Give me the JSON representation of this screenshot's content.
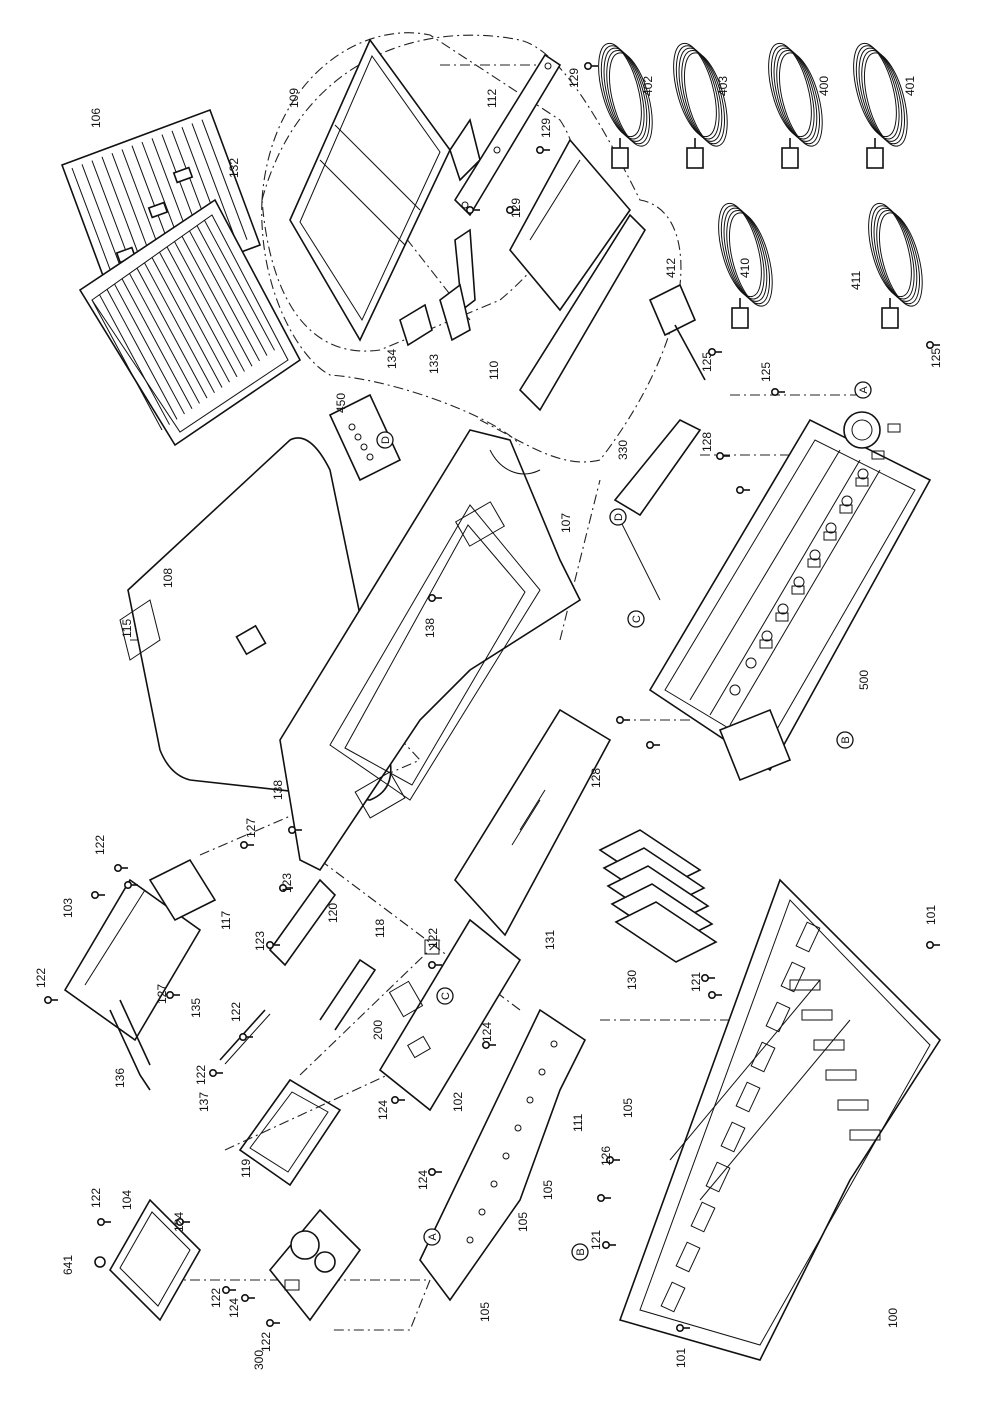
{
  "callouts": [
    {
      "id": "c100",
      "text": "100"
    },
    {
      "id": "c101a",
      "text": "101"
    },
    {
      "id": "c101b",
      "text": "101"
    },
    {
      "id": "c102",
      "text": "102"
    },
    {
      "id": "c103",
      "text": "103"
    },
    {
      "id": "c104",
      "text": "104"
    },
    {
      "id": "c105a",
      "text": "105"
    },
    {
      "id": "c105b",
      "text": "105"
    },
    {
      "id": "c105c",
      "text": "105"
    },
    {
      "id": "c105d",
      "text": "105"
    },
    {
      "id": "c106",
      "text": "106"
    },
    {
      "id": "c107",
      "text": "107"
    },
    {
      "id": "c108",
      "text": "108"
    },
    {
      "id": "c109",
      "text": "109"
    },
    {
      "id": "c110",
      "text": "110"
    },
    {
      "id": "c111",
      "text": "111"
    },
    {
      "id": "c112",
      "text": "112"
    },
    {
      "id": "c115",
      "text": "115"
    },
    {
      "id": "c117",
      "text": "117"
    },
    {
      "id": "c118",
      "text": "118"
    },
    {
      "id": "c119",
      "text": "119"
    },
    {
      "id": "c120",
      "text": "120"
    },
    {
      "id": "c121a",
      "text": "121"
    },
    {
      "id": "c121b",
      "text": "121"
    },
    {
      "id": "c122a",
      "text": "122"
    },
    {
      "id": "c122b",
      "text": "122"
    },
    {
      "id": "c122c",
      "text": "122"
    },
    {
      "id": "c122d",
      "text": "122"
    },
    {
      "id": "c122e",
      "text": "122"
    },
    {
      "id": "c122f",
      "text": "122"
    },
    {
      "id": "c122g",
      "text": "122"
    },
    {
      "id": "c122h",
      "text": "122"
    },
    {
      "id": "c123a",
      "text": "123"
    },
    {
      "id": "c123b",
      "text": "123"
    },
    {
      "id": "c124a",
      "text": "124"
    },
    {
      "id": "c124b",
      "text": "124"
    },
    {
      "id": "c124c",
      "text": "124"
    },
    {
      "id": "c124d",
      "text": "124"
    },
    {
      "id": "c124e",
      "text": "124"
    },
    {
      "id": "c125a",
      "text": "125"
    },
    {
      "id": "c125b",
      "text": "125"
    },
    {
      "id": "c125c",
      "text": "125"
    },
    {
      "id": "c126",
      "text": "126"
    },
    {
      "id": "c127a",
      "text": "127"
    },
    {
      "id": "c127b",
      "text": "127"
    },
    {
      "id": "c128a",
      "text": "128"
    },
    {
      "id": "c128b",
      "text": "128"
    },
    {
      "id": "c129a",
      "text": "129"
    },
    {
      "id": "c129b",
      "text": "129"
    },
    {
      "id": "c129c",
      "text": "129"
    },
    {
      "id": "c130",
      "text": "130"
    },
    {
      "id": "c131",
      "text": "131"
    },
    {
      "id": "c132",
      "text": "132"
    },
    {
      "id": "c133",
      "text": "133"
    },
    {
      "id": "c134",
      "text": "134"
    },
    {
      "id": "c135",
      "text": "135"
    },
    {
      "id": "c136",
      "text": "136"
    },
    {
      "id": "c137",
      "text": "137"
    },
    {
      "id": "c138a",
      "text": "138"
    },
    {
      "id": "c138b",
      "text": "138"
    },
    {
      "id": "c200",
      "text": "200"
    },
    {
      "id": "c300",
      "text": "300"
    },
    {
      "id": "c330",
      "text": "330"
    },
    {
      "id": "c400",
      "text": "400"
    },
    {
      "id": "c401",
      "text": "401"
    },
    {
      "id": "c402",
      "text": "402"
    },
    {
      "id": "c403",
      "text": "403"
    },
    {
      "id": "c410",
      "text": "410"
    },
    {
      "id": "c411",
      "text": "411"
    },
    {
      "id": "c412",
      "text": "412"
    },
    {
      "id": "c450",
      "text": "450"
    },
    {
      "id": "c500",
      "text": "500"
    },
    {
      "id": "c641",
      "text": "641"
    }
  ],
  "references": [
    {
      "id": "rA1",
      "text": "A"
    },
    {
      "id": "rA2",
      "text": "A"
    },
    {
      "id": "rB1",
      "text": "B"
    },
    {
      "id": "rB2",
      "text": "B"
    },
    {
      "id": "rC1",
      "text": "C"
    },
    {
      "id": "rC2",
      "text": "C"
    },
    {
      "id": "rD1",
      "text": "D"
    },
    {
      "id": "rD2",
      "text": "D"
    }
  ]
}
